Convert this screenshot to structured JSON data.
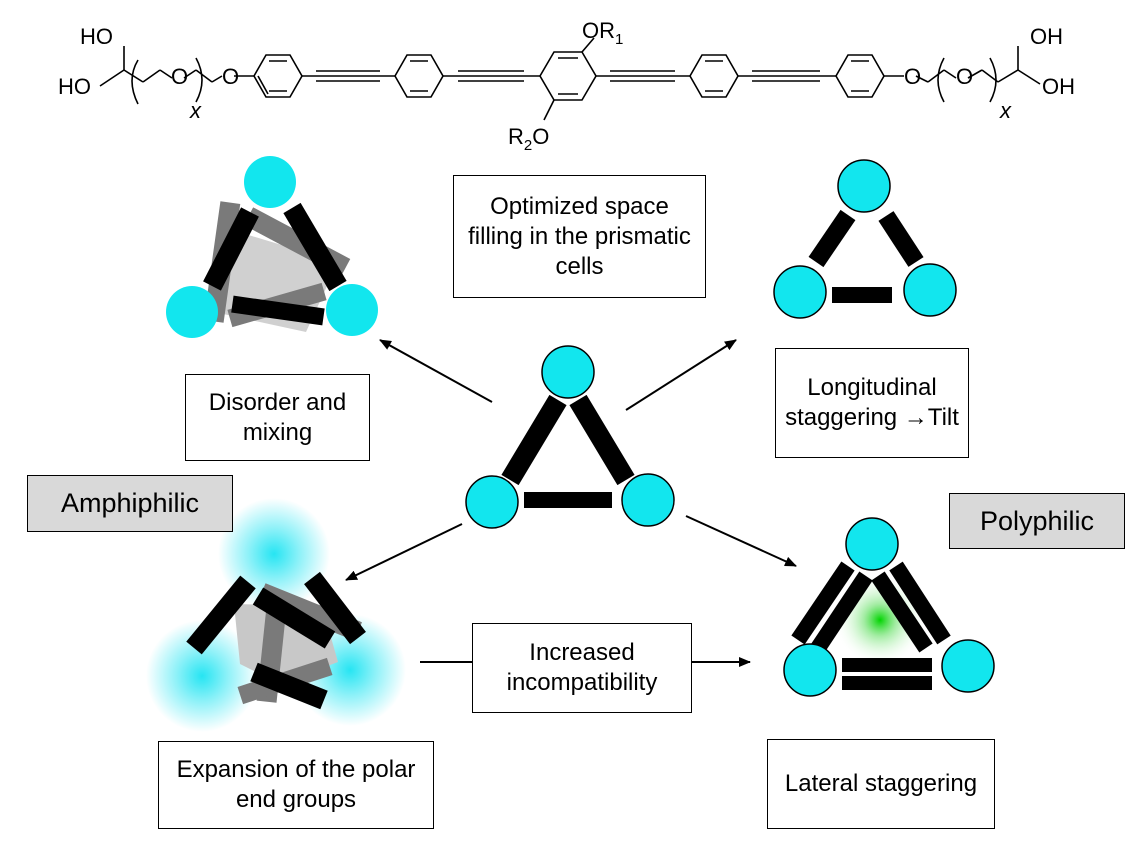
{
  "molecule": {
    "ho_top": "HO",
    "ho_left": "HO",
    "o_left_1": "O",
    "o_left_2": "O",
    "x_left": "x",
    "or1_main": "OR",
    "or1_sub": "1",
    "r2o_main": "R",
    "r2o_sub": "2",
    "r2o_tail": "O",
    "o_right_1": "O",
    "o_right_2": "O",
    "x_right": "x",
    "oh_top": "OH",
    "oh_right": "OH"
  },
  "boxes": {
    "optimized": "Optimized space filling in the prismatic cells",
    "disorder": "Disorder and mixing",
    "longitudinal": "Longitudinal staggering →Tilt",
    "expansion": "Expansion of the polar end groups",
    "increased": "Increased incompatibility",
    "lateral": "Lateral staggering"
  },
  "tags": {
    "amphiphilic": "Amphiphilic",
    "polyphilic": "Polyphilic"
  },
  "colors": {
    "node": "#12e6ee",
    "rod": "#000000",
    "grey_rod": "#7a7a7a",
    "glow": "#00e0f0",
    "green_glow": "#00d400"
  }
}
